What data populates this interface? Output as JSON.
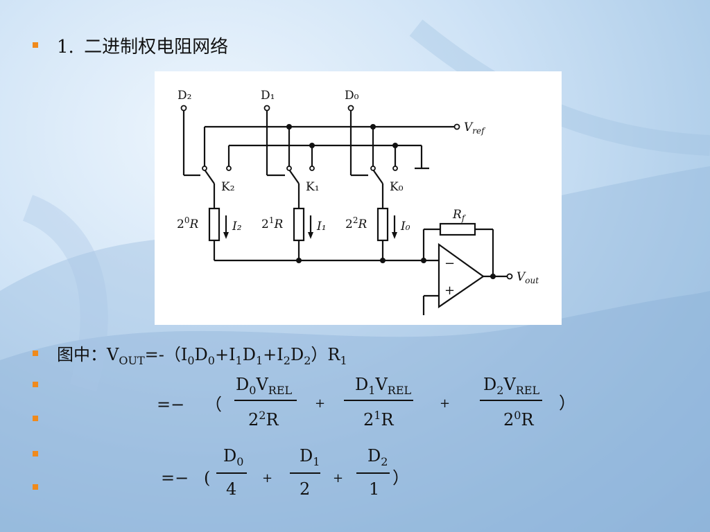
{
  "slide": {
    "heading_number": "1.",
    "heading_text": "二进制权电阻网络",
    "bullet_color": "#f08a1c"
  },
  "circuit": {
    "inputs": [
      "D₂",
      "D₁",
      "D₀"
    ],
    "switches": [
      "K₂",
      "K₁",
      "K₀"
    ],
    "resistor_exponents": [
      "0",
      "1",
      "2"
    ],
    "currents": [
      "I₂",
      "I₁",
      "I₀"
    ],
    "feedback_label": "R",
    "feedback_sub": "f",
    "vref_label": "V",
    "vref_sub": "ref",
    "vout_label": "V",
    "vout_sub": "out",
    "resistor_base": "2",
    "resistor_unit": "R",
    "opamp_minus": "−",
    "opamp_plus": "+"
  },
  "equation1": {
    "prefix": "图中：V",
    "out_sub": "OUT",
    "body_a": "=-（I",
    "s0": "0",
    "d0": "D",
    "s0b": "0",
    "plus1": "+I",
    "s1": "1",
    "d1": "D",
    "s1b": "1",
    "plus2": "+I",
    "s2": "2",
    "d2": "D",
    "s2b": "2",
    "close": "）R",
    "r_sub": "1"
  },
  "equation2": {
    "lead": "=−",
    "open": "（",
    "close": "）",
    "plus": "+",
    "terms": [
      {
        "num_d": "D",
        "num_d_sub": "0",
        "num_v": "V",
        "num_v_sub": "REL",
        "den_base": "2",
        "den_exp": "2",
        "den_r": "R"
      },
      {
        "num_d": "D",
        "num_d_sub": "1",
        "num_v": "V",
        "num_v_sub": "REL",
        "den_base": "2",
        "den_exp": "1",
        "den_r": "R"
      },
      {
        "num_d": "D",
        "num_d_sub": "2",
        "num_v": "V",
        "num_v_sub": "REL",
        "den_base": "2",
        "den_exp": "0",
        "den_r": "R"
      }
    ]
  },
  "equation3": {
    "lead": "=−",
    "open": "(",
    "close": "）",
    "plus": "+",
    "terms": [
      {
        "num": "D",
        "num_sub": "0",
        "den": "4"
      },
      {
        "num": "D",
        "num_sub": "1",
        "den": "2"
      },
      {
        "num": "D",
        "num_sub": "2",
        "den": "1"
      }
    ]
  }
}
